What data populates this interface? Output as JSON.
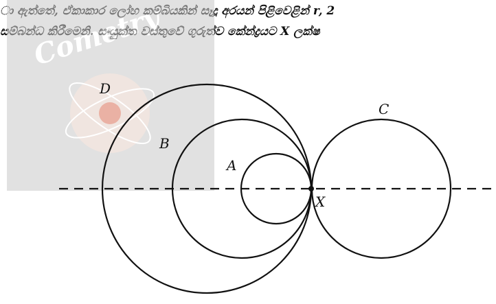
{
  "text": {
    "line1": "ා ඇත්තේ, ඒකාකාර ලෝහ කම්බියකින් සෑදූ අරයන් පිළිවෙළින් r, 2",
    "line2": "සම්බන්ධ කිරීමෙනි. සංයුක්ත වස්තුවේ ගුරුත්ව කේන්ද්‍රයට X ලක්ෂ"
  },
  "diagram": {
    "labels": {
      "a": "A",
      "b": "B",
      "c": "C",
      "d": "D",
      "x": "X"
    },
    "watermark": "Cometry",
    "colors": {
      "ink": "#111111",
      "watermark_bg": "#c9c9c9",
      "watermark_text": "#ffffff",
      "watermark_glow": "#e8b0a0"
    }
  }
}
